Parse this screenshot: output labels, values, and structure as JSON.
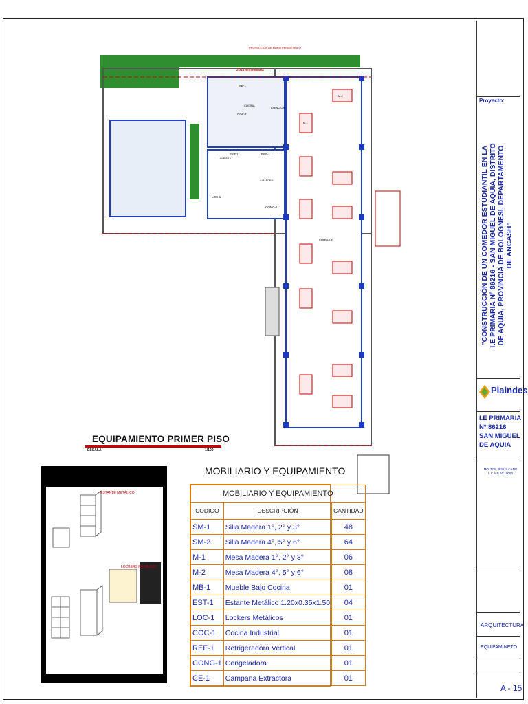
{
  "drawing": {
    "title": "EQUIPAMIENTO PRIMER PISO",
    "scale_label": "ESCALA",
    "scale_value": "1/100",
    "perimeter_label": "PROYECCIÓN DE MURO PERIMÉTRICO",
    "rooms": {
      "zona": "ZONA RESTRINGIDA",
      "cocina": "COCINA",
      "atencion": "ATENCIÓN",
      "limpieza": "LIMPIEZA",
      "almacen": "ALMACEN",
      "comedor": "COMEDOR"
    },
    "equipment_tags": [
      "MB-1",
      "COC-1",
      "REF-1",
      "CONG-1",
      "EST-1",
      "LOC-1",
      "M-1",
      "M-2"
    ]
  },
  "detail": {
    "estante_label": "ESTANTE METÁLICO",
    "lockers_label": "LOCKERS METÁLICO"
  },
  "table": {
    "heading": "MOBILIARIO Y EQUIPAMIENTO",
    "title": "MOBILIARIO Y EQUIPAMIENTO",
    "columns": [
      "CODIGO",
      "DESCRIPCIÓN",
      "CANTIDAD"
    ],
    "rows": [
      {
        "code": "SM-1",
        "desc": "Silla Madera 1°, 2° y 3°",
        "qty": "48"
      },
      {
        "code": "SM-2",
        "desc": "Silla Madera 4°, 5° y 6°",
        "qty": "64"
      },
      {
        "code": "M-1",
        "desc": "Mesa Madera 1°, 2° y 3°",
        "qty": "06"
      },
      {
        "code": "M-2",
        "desc": "Mesa Madera 4°, 5° y 6°",
        "qty": "08"
      },
      {
        "code": "MB-1",
        "desc": "Mueble Bajo Cocina",
        "qty": "01"
      },
      {
        "code": "EST-1",
        "desc": "Estante Metálico 1.20x0.35x1.50",
        "qty": "04"
      },
      {
        "code": "LOC-1",
        "desc": "Lockers Metálicos",
        "qty": "01"
      },
      {
        "code": "COC-1",
        "desc": "Cocina Industrial",
        "qty": "01"
      },
      {
        "code": "REF-1",
        "desc": "Refrigeradora Vertical",
        "qty": "01"
      },
      {
        "code": "CONG-1",
        "desc": "Congeladora",
        "qty": "01"
      },
      {
        "code": "CE-1",
        "desc": "Campana Extractora",
        "qty": "01"
      }
    ]
  },
  "title_block": {
    "proyecto_label": "Proyecto:",
    "proyecto": "\"CONSTRUCCIÓN DE UN COMEDOR ESTUDIANTIL EN LA I.E PRIMARIA Nº 86216 - SAN MIGUEL DE AQUIA, DISTRITO DE AQUIA, PROVINCIA DE BOLOGNESI, DEPARTAMENTO DE ANCASH\"",
    "company": "Plaindes",
    "entity_lines": [
      "I.E PRIMARIA",
      "Nº 86216",
      "SAN MIGUEL",
      "DE AQUIA"
    ],
    "author": "MOLTON JESÚS CANO I. C.A.P. Nº 10063",
    "specialty": "ARQUITECTURA",
    "sheet_name": "EQUIPAMINETO",
    "sheet_number": "A - 15"
  }
}
